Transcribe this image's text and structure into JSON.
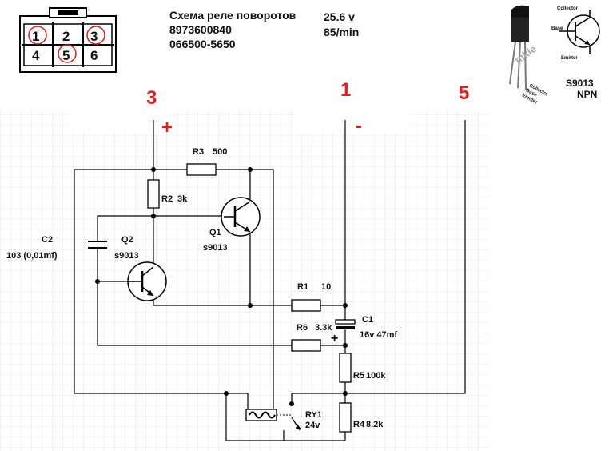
{
  "header": {
    "title": "Схема реле поворотов",
    "part_number_1": "8973600840",
    "part_number_2": "066500-5650",
    "voltage": "25.6 v",
    "frequency": "85/min"
  },
  "connector": {
    "pins": [
      "1",
      "2",
      "3",
      "4",
      "5",
      "6"
    ]
  },
  "terminals": {
    "t3": "3",
    "t1": "1",
    "t5": "5",
    "plus": "+",
    "minus": "-"
  },
  "components": {
    "r3_name": "R3",
    "r3_value": "500",
    "r2_name": "R2",
    "r2_value": "3k",
    "q1_name": "Q1",
    "q1_type": "s9013",
    "q2_name": "Q2",
    "q2_type": "s9013",
    "c2_name": "C2",
    "c2_value": "103 (0,01mf)",
    "r1_name": "R1",
    "r1_value": "10",
    "c1_name": "C1",
    "c1_value": "16v 47mf",
    "r6_name": "R6",
    "r6_value": "3.3k",
    "r5_name": "R5",
    "r5_value": "100k",
    "r4_name": "R4",
    "r4_value": "8.2k",
    "ry1_name": "RY1",
    "ry1_value": "24v",
    "c1_plus": "+"
  },
  "transistor_ref": {
    "collector": "Collector",
    "base": "Base",
    "emitter": "Emitter",
    "part": "S9013",
    "polarity": "NPN",
    "lead_collector": "Collector",
    "lead_base": "Base",
    "lead_emitter": "Emitter",
    "watermark": "mkle"
  }
}
